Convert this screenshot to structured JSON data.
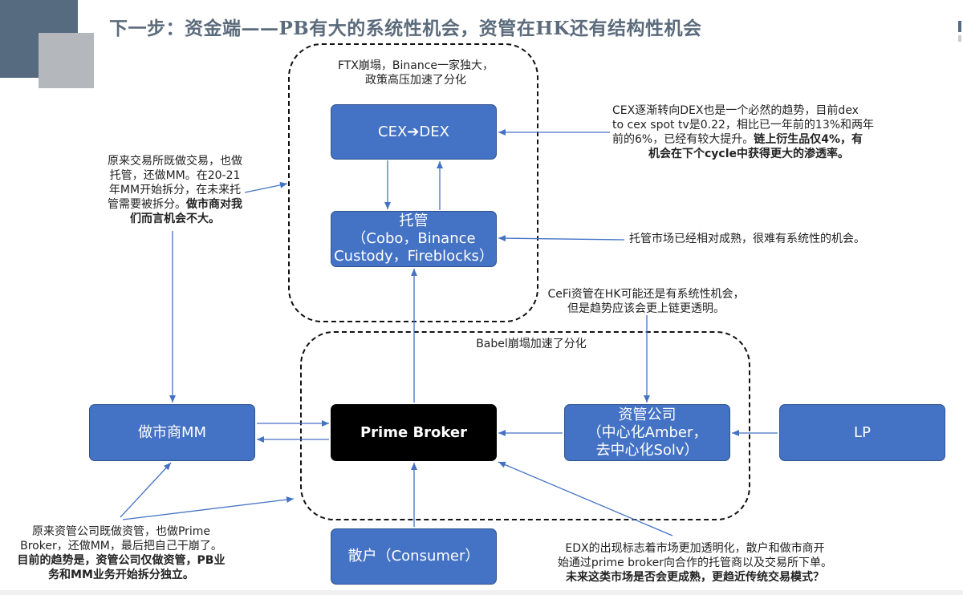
{
  "title": "下一步：资金端——PB有大的系统性机会，资管在HK还有结构性机会",
  "groups": {
    "top_label_line1": "FTX崩塌，Binance一家独大，",
    "top_label_line2": "政策高压加速了分化",
    "bottom_label": "Babel崩塌加速了分化"
  },
  "boxes": {
    "cex_dex": "CEX➔DEX",
    "custody_line1": "托管",
    "custody_line2": "（Cobo，Binance",
    "custody_line3": "Custody，Fireblocks）",
    "market_maker": "做市商MM",
    "prime_broker": "Prime Broker",
    "asset_mgmt_line1": "资管公司",
    "asset_mgmt_line2": "（中心化Amber，",
    "asset_mgmt_line3": "去中心化Solv）",
    "lp": "LP",
    "consumer": "散户（Consumer）"
  },
  "notes": {
    "cex_line1": "CEX逐渐转向DEX也是一个必然的趋势，目前dex",
    "cex_line2": "to cex spot tv是0.22，相比已一年前的13%和两年",
    "cex_line3": "前的6%，已经有较大提升。",
    "cex_line3_bold": "链上衍生品仅4%，有",
    "cex_line4_bold": "机会在下个cycle中获得更大的渗透率。",
    "mm_line1": "原来交易所既做交易，也做",
    "mm_line2": "托管，还做MM。在20-21",
    "mm_line3": "年MM开始拆分，在未来托",
    "mm_line4": "管需要被拆分。",
    "mm_line4_bold": "做市商对我",
    "mm_line5_bold": "们而言机会不大。",
    "custody_note": "托管市场已经相对成熟，很难有系统性的机会。",
    "cefi_line1": "CeFi资管在HK可能还是有系统性机会，",
    "cefi_line2": "但是趋势应该会更上链更透明。",
    "am_line1": "原来资管公司既做资管，也做Prime",
    "am_line2": "Broker，还做MM，最后把自己干崩了。",
    "am_line3_bold": "目前的趋势是，资管公司仅做资管，PB业",
    "am_line4_bold": "务和MM业务开始拆分独立。",
    "edx_line1": "EDX的出现标志着市场更加透明化，散户和做市商开",
    "edx_line2": "始通过prime broker向合作的托管商以及交易所下单。",
    "edx_line3_bold": "未来这类市场是否会更成熟，更趋近传统交易模式？"
  },
  "colors": {
    "box_fill": "#4472c4",
    "box_border": "#2f528f",
    "prime_broker_fill": "#000000",
    "arrow": "#4472c4",
    "title": "#5b6b7c"
  }
}
